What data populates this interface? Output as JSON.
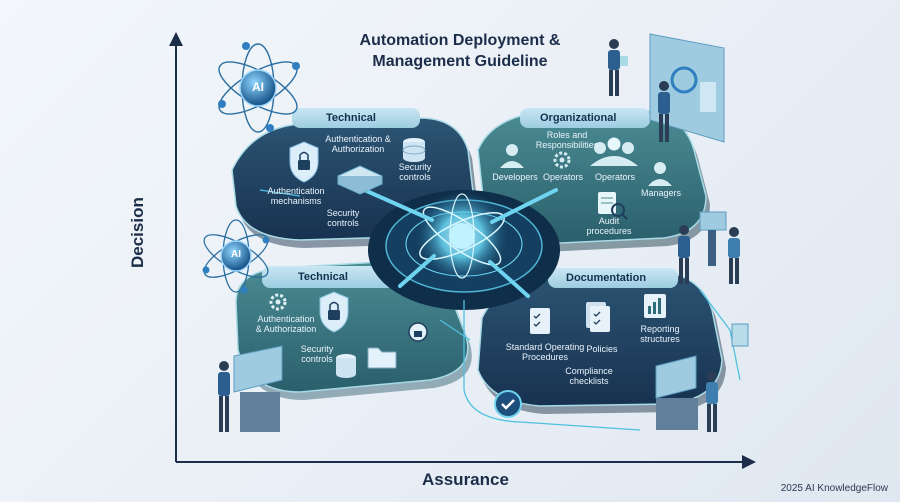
{
  "title_line1": "Automation Deployment &",
  "title_line2": "Management Guideline",
  "axes": {
    "y_label": "Decision",
    "x_label": "Assurance"
  },
  "footer": "2025 AI KnowledgeFlow",
  "ai_badge": "AI",
  "panels": {
    "technical_top": {
      "header": "Technical",
      "items": [
        "Authentication &",
        "Authorization",
        "Security",
        "controls",
        "Authentication",
        "mechanisms",
        "Security",
        "controls"
      ]
    },
    "organizational": {
      "header": "Organizational",
      "items": [
        "Roles and",
        "Responsibilities",
        "Developers",
        "Operators",
        "Operators",
        "Managers",
        "Audit",
        "procedures"
      ]
    },
    "technical_bottom": {
      "header": "Technical",
      "items": [
        "Authentication",
        "& Authorization",
        "Security",
        "controls"
      ]
    },
    "documentation": {
      "header": "Documentation",
      "items": [
        "Reporting",
        "structures",
        "Standard Operating",
        "Procedures",
        "Policies",
        "Compliance",
        "checklists"
      ]
    }
  },
  "colors": {
    "dark_panel": "#1f3f5e",
    "teal_panel": "#2f6b78",
    "light_panel": "#3e7f86",
    "glow": "#6fe2ff",
    "axis": "#1c2d4a"
  }
}
